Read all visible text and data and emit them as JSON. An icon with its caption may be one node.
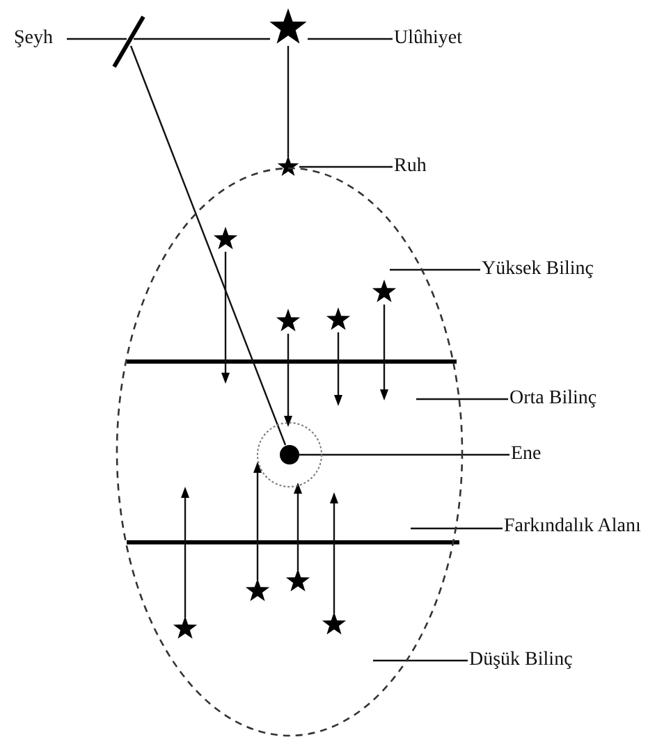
{
  "diagram": {
    "nodes": [
      {
        "text": [
          "Şeyh"
        ]
      },
      {
        "text": [],
        "shape": "bar"
      },
      {
        "text": [],
        "shape": "star"
      },
      {
        "text": [
          "Ulûhiyet"
        ]
      },
      {
        "text": [],
        "shape": "star"
      },
      {
        "text": [
          "Ruh"
        ]
      },
      {
        "text": [],
        "shape": "ellipse"
      },
      {
        "text": [],
        "shape": "star",
        "in": 6
      },
      {
        "text": [
          "Yüksek Bilinç"
        ]
      },
      {
        "text": [],
        "shape": "star",
        "in": 6
      },
      {
        "text": [],
        "shape": "star",
        "in": 6
      },
      {
        "text": [],
        "shape": "star",
        "in": 6
      },
      {
        "text": [
          "Orta Bilinç"
        ]
      },
      {
        "text": [],
        "shape": "circle",
        "in": 6
      },
      {
        "text": [],
        "shape": "circle",
        "in": 13
      },
      {
        "text": [
          "Ene"
        ]
      },
      {
        "text": [
          "Farkındalık Alanı"
        ]
      },
      {
        "text": [],
        "shape": "star",
        "in": 6
      },
      {
        "text": [],
        "shape": "star",
        "in": 6
      },
      {
        "text": [],
        "shape": "star",
        "in": 6
      },
      {
        "text": [],
        "shape": "star",
        "in": 6
      },
      {
        "text": [
          "Düşük Bilinç"
        ]
      }
    ],
    "edges": [
      {
        "from": 0,
        "to": 1,
        "arrow": "none"
      },
      {
        "from": 1,
        "to": 2,
        "arrow": "none"
      },
      {
        "from": 3,
        "to": 2,
        "arrow": "none"
      },
      {
        "from": 2,
        "to": 4,
        "arrow": "none"
      },
      {
        "from": 5,
        "to": 4,
        "arrow": "none"
      },
      {
        "from": 1,
        "to": 14,
        "arrow": "none"
      },
      {
        "from": 8,
        "to": 11,
        "arrow": "none"
      },
      {
        "from": 12,
        "to": null,
        "arrow": "none"
      },
      {
        "from": 15,
        "to": 14,
        "arrow": "none"
      },
      {
        "from": 16,
        "to": null,
        "arrow": "none"
      },
      {
        "from": 21,
        "to": null,
        "arrow": "none"
      },
      {
        "from": 7,
        "to": null,
        "arrow": "to"
      },
      {
        "from": 9,
        "to": 13,
        "arrow": "to"
      },
      {
        "from": 10,
        "to": null,
        "arrow": "to"
      },
      {
        "from": 11,
        "to": null,
        "arrow": "to"
      },
      {
        "from": 19,
        "to": null,
        "arrow": "to"
      },
      {
        "from": 17,
        "to": 13,
        "arrow": "to"
      },
      {
        "from": 18,
        "to": 13,
        "arrow": "to"
      },
      {
        "from": 20,
        "to": 13,
        "arrow": "to"
      }
    ]
  }
}
